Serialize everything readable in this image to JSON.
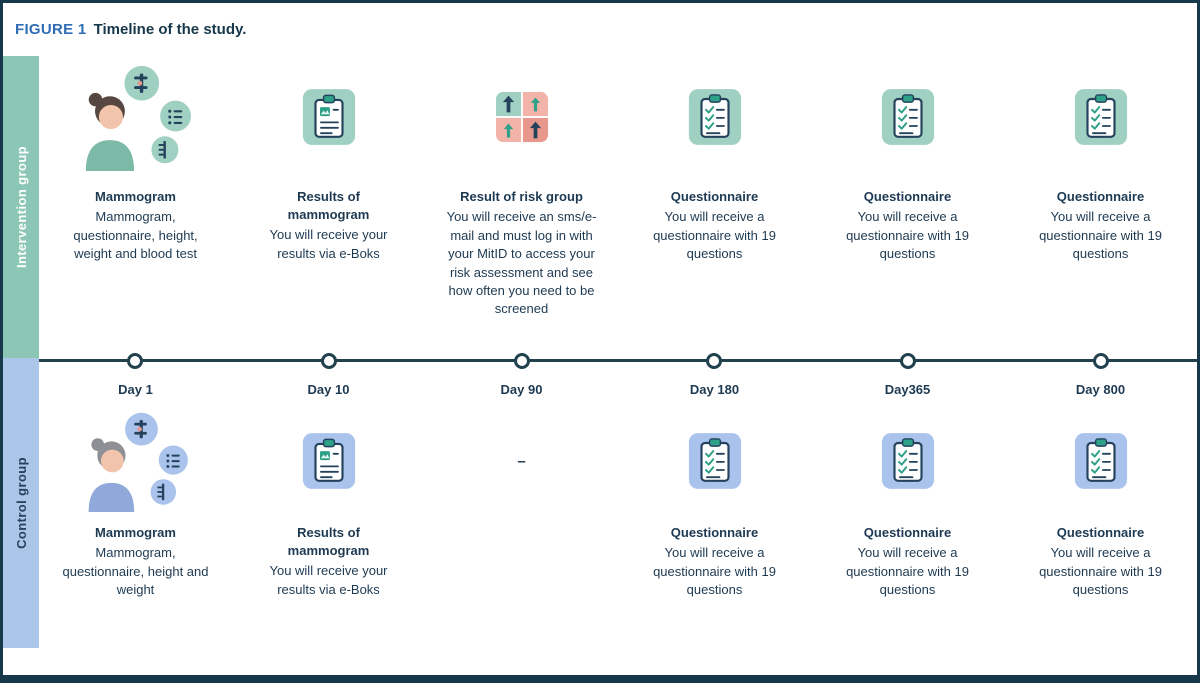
{
  "header": {
    "figure_label": "FIGURE 1",
    "figure_title": "Timeline of the study."
  },
  "sidebars": {
    "intervention": "Intervention group",
    "control": "Control group"
  },
  "timeline": {
    "days": [
      "Day 1",
      "Day 10",
      "Day 90",
      "Day 180",
      "Day365",
      "Day 800"
    ]
  },
  "intervention": {
    "items": [
      {
        "icon": "mammogram-person-icon",
        "heading": "Mammogram",
        "body": "Mammogram, questionnaire, height, weight and blood test"
      },
      {
        "icon": "mammogram-results-icon",
        "heading": "Results of mammogram",
        "body": "You will receive your results via e-Boks"
      },
      {
        "icon": "risk-group-icon",
        "heading": "Result of risk group",
        "body": "You will receive an sms/e-mail and must log in with your MitID to access your risk assessment and see how often you need to be screened"
      },
      {
        "icon": "questionnaire-icon",
        "heading": "Questionnaire",
        "body": "You will receive a questionnaire with 19 questions"
      },
      {
        "icon": "questionnaire-icon",
        "heading": "Questionnaire",
        "body": "You will receive a questionnaire with 19 questions"
      },
      {
        "icon": "questionnaire-icon",
        "heading": "Questionnaire",
        "body": "You will receive a questionnaire with 19 questions"
      }
    ]
  },
  "control": {
    "items": [
      {
        "icon": "mammogram-person-icon",
        "heading": "Mammogram",
        "body": "Mammogram, questionnaire, height and weight"
      },
      {
        "icon": "mammogram-results-icon",
        "heading": "Results of mammogram",
        "body": "You will receive your results via e-Boks"
      },
      {
        "icon": "none",
        "dash": "–",
        "heading": "",
        "body": ""
      },
      {
        "icon": "questionnaire-icon",
        "heading": "Questionnaire",
        "body": "You will receive a questionnaire with 19 questions"
      },
      {
        "icon": "questionnaire-icon",
        "heading": "Questionnaire",
        "body": "You will receive a questionnaire with 19 questions"
      },
      {
        "icon": "questionnaire-icon",
        "heading": "Questionnaire",
        "body": "You will receive a questionnaire with 19 questions"
      }
    ]
  },
  "colors": {
    "teal_sidebar": "#8cc6b5",
    "blue_sidebar": "#abc6e9",
    "teal_icon": "#9fd0c2",
    "blue_icon": "#a9c3ec",
    "navy_text": "#1e3a52",
    "accent_blue": "#2f6db4",
    "pink": "#f2b3a8",
    "salmon": "#e8978c",
    "timeline": "#22414f"
  }
}
